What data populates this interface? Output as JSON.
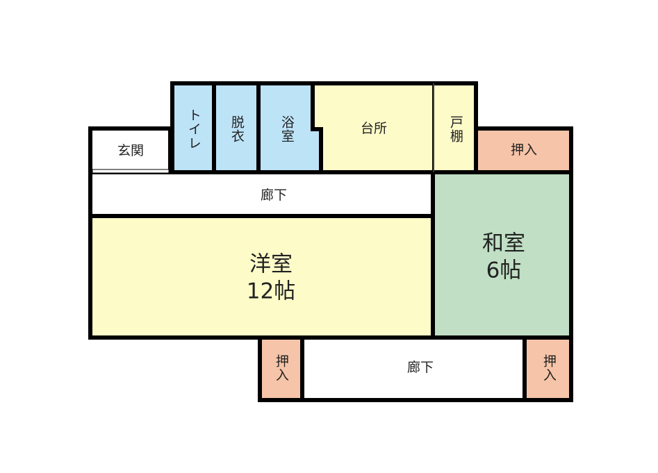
{
  "colors": {
    "wet": "#bde3f7",
    "kitchen": "#fdfbc8",
    "closet": "#f6c4a8",
    "washitsu": "#c0dfc4",
    "youshitsu": "#fdfbc8",
    "hall": "#ffffff",
    "wall": "#000000"
  },
  "rooms": {
    "genkan": "玄関",
    "toilet": "トイレ",
    "datsui": "脱衣",
    "yokushitsu": "浴室",
    "kitchen": "台所",
    "todana": "戸棚",
    "oshiire_top": "押入",
    "rouka_top": "廊下",
    "youshitsu": {
      "name": "洋室",
      "size": "12帖"
    },
    "washitsu": {
      "name": "和室",
      "size": "6帖"
    },
    "oshiire_bottom_left": "押入",
    "rouka_bottom": "廊下",
    "oshiire_bottom_right": "押入"
  }
}
